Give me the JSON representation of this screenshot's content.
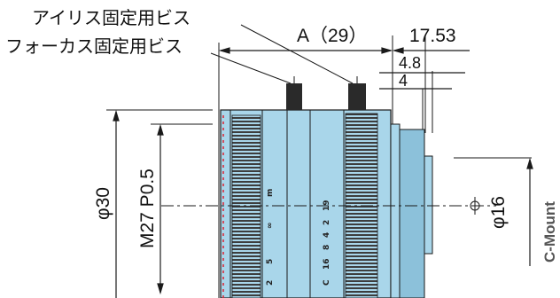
{
  "labels": {
    "iris_screw": "アイリス固定用ビス",
    "focus_screw": "フォーカス固定用ビス",
    "dim_a": "A（29）",
    "dim_flange": "17.53",
    "dim_4_8": "4.8",
    "dim_4": "4",
    "thread": "M27  P0.5",
    "dia_30": "φ30",
    "dia_16": "φ16",
    "mount": "C-Mount"
  },
  "scales": {
    "focus": [
      "m",
      "∞",
      "5",
      "2"
    ],
    "iris": [
      "19",
      "2",
      "4",
      "8",
      "16",
      "C"
    ]
  },
  "colors": {
    "body": "#a9d6ea",
    "dark_body": "#8cc1da",
    "knurl": "#4a4a4a",
    "line": "#1a1a1a",
    "mount_text": "#555555"
  }
}
